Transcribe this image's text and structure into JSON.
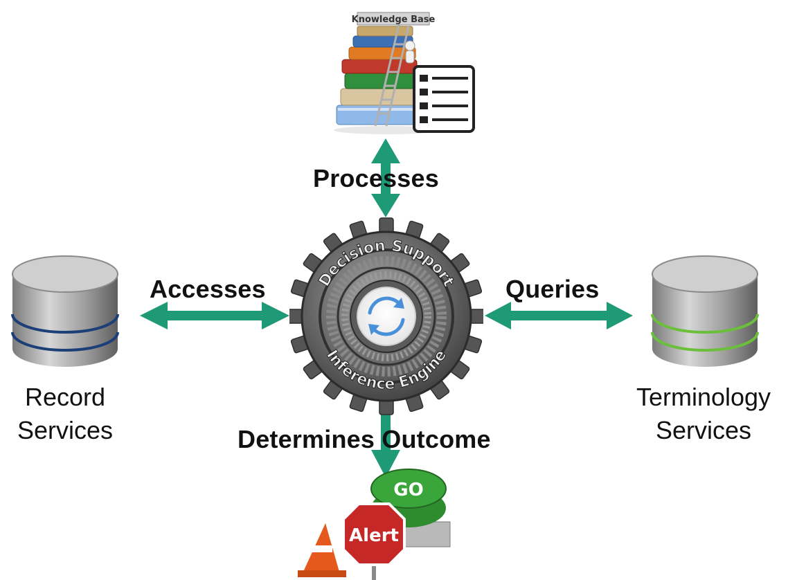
{
  "central": {
    "top_text": "Decision Support",
    "bottom_text": "Inference Engine"
  },
  "knowledge_base": {
    "title": "Knowledge Base"
  },
  "connections": {
    "top": "Processes",
    "left": "Accesses",
    "right": "Queries",
    "bottom": "Determines Outcome"
  },
  "left_node": {
    "line1": "Record",
    "line2": "Services"
  },
  "right_node": {
    "line1": "Terminology",
    "line2": "Services"
  },
  "outcome": {
    "go": "GO",
    "alert": "Alert"
  },
  "colors": {
    "arrow": "#1e9a76",
    "record_stripe": "#1c3f78",
    "terminology_stripe": "#6bbf3a",
    "go_button": "#3aa53a",
    "alert_sign": "#c62828"
  }
}
